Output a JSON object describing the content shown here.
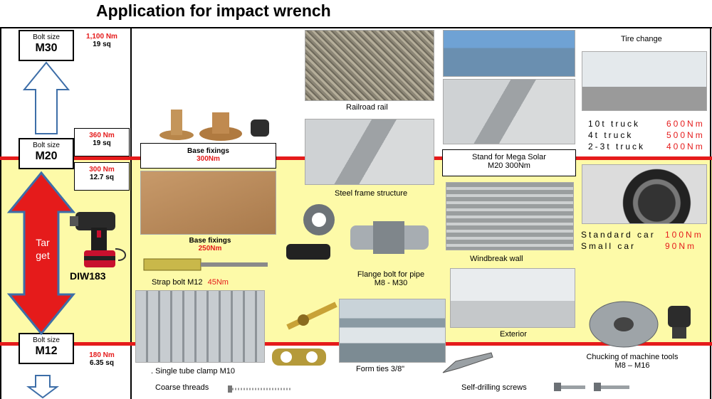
{
  "title": "Application for impact wrench",
  "bolt_sizes": [
    {
      "label": "Bolt size",
      "size": "M30",
      "torque": "1,100 Nm",
      "sq": "19 sq"
    },
    {
      "label": "Bolt size",
      "size": "M20",
      "torque": "360 Nm",
      "sq": "19 sq"
    },
    {
      "label": "Bolt size",
      "size": "M12",
      "torque": "180 Nm",
      "sq": "6.35 sq"
    }
  ],
  "target_torque": {
    "torque": "300 Nm",
    "sq": "12.7 sq"
  },
  "target_label": "Tar get",
  "tool_model": "DIW183",
  "applications": {
    "base_fixings_1": {
      "name": "Base fixings",
      "torque": "300Nm"
    },
    "base_fixings_2": {
      "name": "Base fixings",
      "torque": "250Nm"
    },
    "strap_bolt": {
      "name": "Strap bolt  M12",
      "torque": "45Nm"
    },
    "single_tube_clamp": ". Single tube clamp  M10",
    "coarse_threads": "Coarse threads",
    "railroad": "Railroad rail",
    "steel_frame": "Steel frame structure",
    "flange_bolt": {
      "name": "Flange bolt for pipe",
      "range": "M8 - M30"
    },
    "form_ties": "Form ties 3/8\"",
    "mega_solar": {
      "name": "Stand for Mega Solar",
      "spec": "M20  300Nm"
    },
    "windbreak": "Windbreak wall",
    "exterior": "Exterior",
    "self_drilling": "Self-drilling screws",
    "tire_change": {
      "title": "Tire change",
      "rows": [
        {
          "vehicle": "10t truck",
          "torque": "600Nm"
        },
        {
          "vehicle": "4t truck",
          "torque": "500Nm"
        },
        {
          "vehicle": "2-3t truck",
          "torque": "400Nm"
        }
      ]
    },
    "cars": [
      {
        "vehicle": "Standard car",
        "torque": "100Nm"
      },
      {
        "vehicle": "Small car",
        "torque": "90Nm"
      }
    ],
    "chucking": {
      "name": "Chucking of machine tools",
      "range": "M8 – M16"
    }
  }
}
